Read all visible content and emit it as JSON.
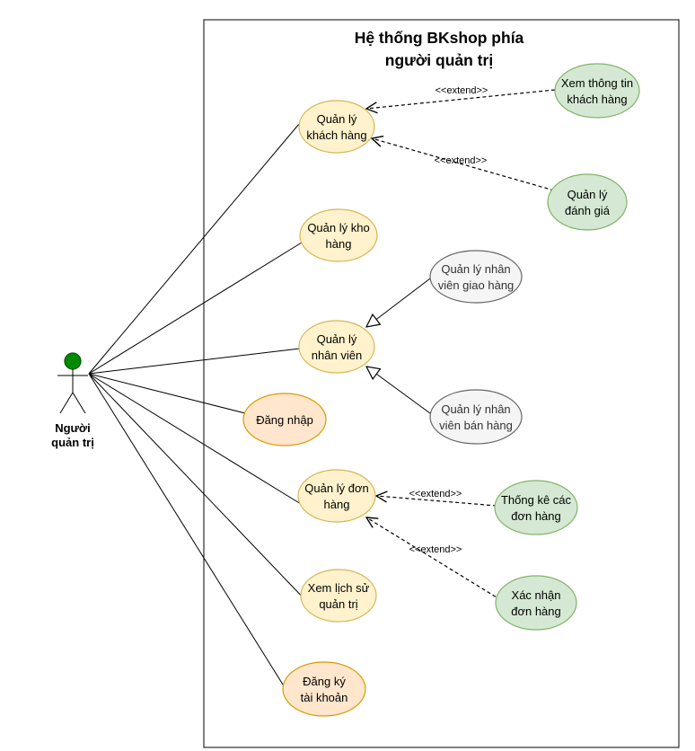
{
  "system": {
    "title_line1": "Hệ thống BKshop phía",
    "title_line2": "người quản trị"
  },
  "actor": {
    "label_line1": "Người",
    "label_line2": "quản trị",
    "head_color": "#008a00"
  },
  "use_cases": {
    "quan_ly_khach_hang": {
      "line1": "Quản lý",
      "line2": "khách hàng"
    },
    "quan_ly_kho_hang": {
      "line1": "Quản lý kho",
      "line2": "hàng"
    },
    "quan_ly_nhan_vien": {
      "line1": "Quản lý",
      "line2": "nhân viên"
    },
    "dang_nhap": {
      "line1": "Đăng nhập"
    },
    "quan_ly_don_hang": {
      "line1": "Quản lý đơn",
      "line2": "hàng"
    },
    "xem_lich_su": {
      "line1": "Xem lịch sử",
      "line2": "quản trị"
    },
    "dang_ky": {
      "line1": "Đăng ký",
      "line2": "tài khoản"
    },
    "xem_thong_tin_kh": {
      "line1": "Xem thông tin",
      "line2": "khách hàng"
    },
    "quan_ly_danh_gia": {
      "line1": "Quản lý",
      "line2": "đánh giá"
    },
    "ql_nv_giao_hang": {
      "line1": "Quản lý nhân",
      "line2": "viên giao hàng"
    },
    "ql_nv_ban_hang": {
      "line1": "Quản lý nhân",
      "line2": "viên bán hàng"
    },
    "thong_ke_don_hang": {
      "line1": "Thống kê các",
      "line2": "đơn hàng"
    },
    "xac_nhan_don_hang": {
      "line1": "Xác nhận",
      "line2": "đơn hàng"
    }
  },
  "relations": {
    "extend_label": "<<extend>>"
  },
  "colors": {
    "yellow_fill": "#fff2cc",
    "yellow_stroke": "#d6b656",
    "orange_fill": "#ffe6cc",
    "orange_stroke": "#d79b00",
    "green_fill": "#d5e8d4",
    "green_stroke": "#82b366",
    "gray_fill": "#f5f5f5",
    "gray_stroke": "#666666"
  }
}
